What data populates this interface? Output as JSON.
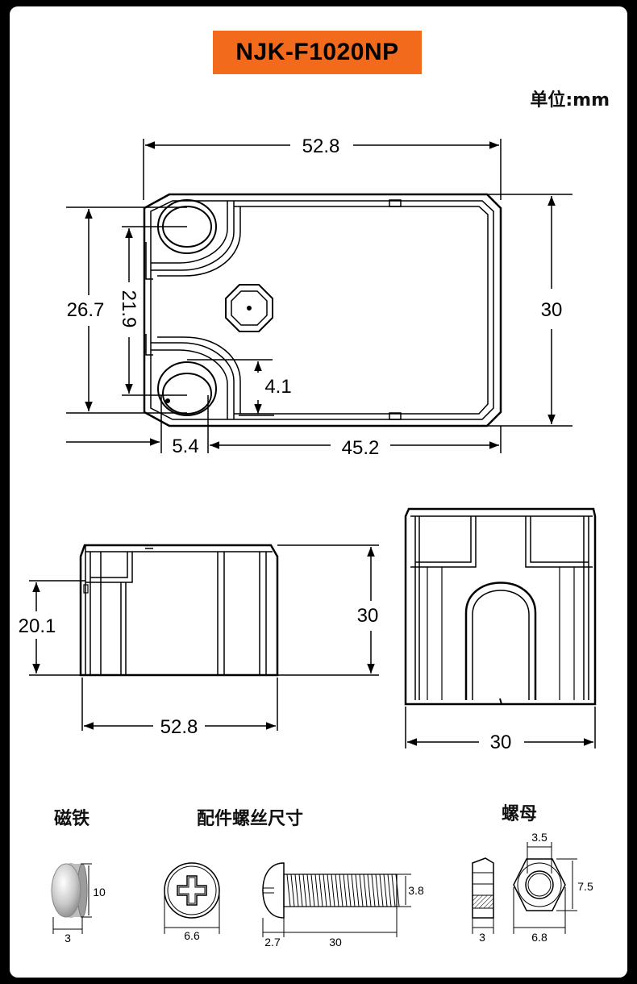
{
  "header": {
    "model": "NJK-F1020NP",
    "unit": "单位:mm"
  },
  "top_view": {
    "width": "52.8",
    "height_outer": "30",
    "hole_span": "26.7",
    "hole_inner": "21.9",
    "offset_small": "4.1",
    "left_offset": "5.4",
    "inner_length": "45.2"
  },
  "side_view": {
    "height": "30",
    "lower_height": "20.1",
    "width": "52.8"
  },
  "end_view": {
    "width": "30"
  },
  "parts": {
    "magnet": {
      "label": "磁铁",
      "diameter": "10",
      "thickness": "3"
    },
    "screw": {
      "label": "配件螺丝尺寸",
      "head_diameter": "6.6",
      "head_height": "2.7",
      "length": "30",
      "thread_diameter": "3.8"
    },
    "nut": {
      "label": "螺母",
      "hole": "3.5",
      "height": "7.5",
      "thickness": "3",
      "across_flats": "6.8"
    }
  }
}
